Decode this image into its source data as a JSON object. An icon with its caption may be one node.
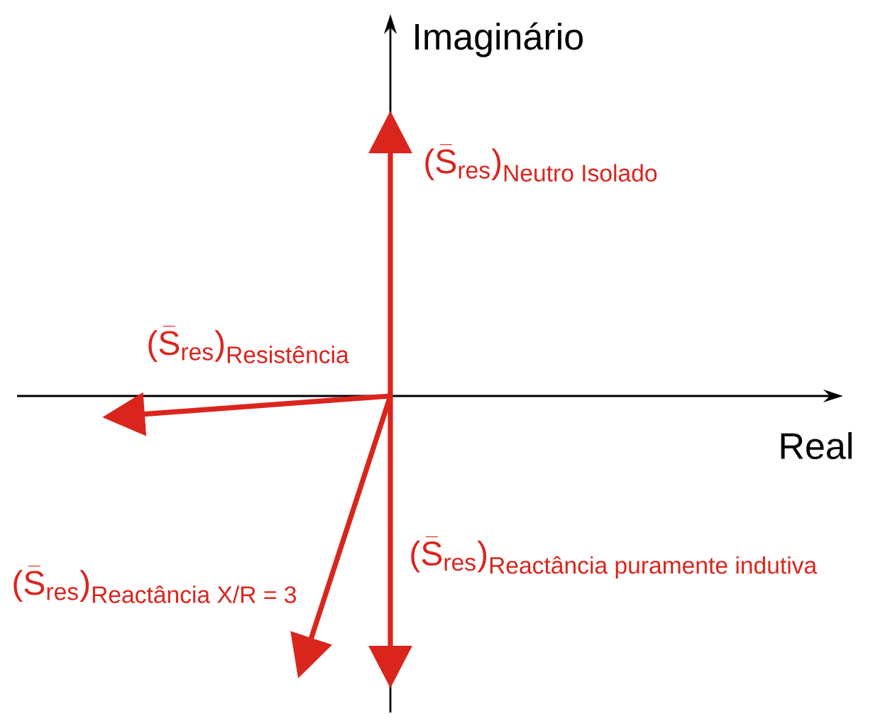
{
  "diagram": {
    "labels": [
      "Imaginário",
      "Real",
      "\\text{(}\\bar{\\text{S}}_{\\text{res}}\\text{)}_{\\text{Neutro Isolado}}",
      "\\text{(}\\bar{\\text{S}}_{\\text{res}}\\text{)}_{\\text{Resistência}}",
      "\\text{(}\\bar{\\text{S}}_{\\text{res}}\\text{)}_{\\text{Reactância X/R = 3}}",
      "\\text{(}\\bar{\\text{S}}_{\\text{res}}\\text{)}_{\\text{Reactância puramente indutiva}}"
    ]
  }
}
